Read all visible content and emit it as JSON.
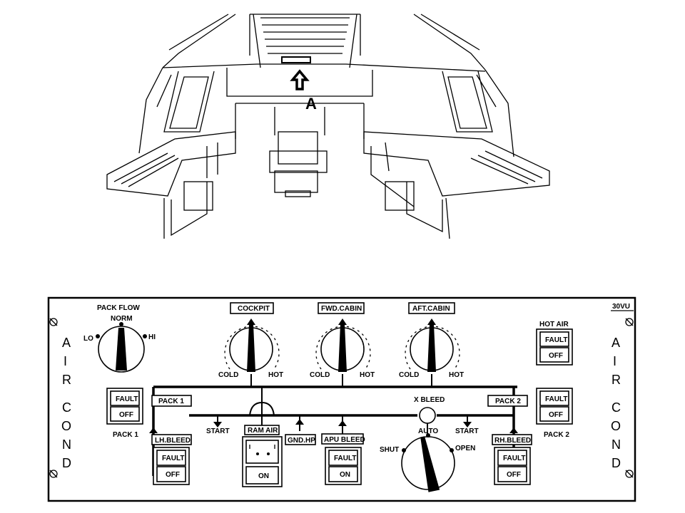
{
  "cockpit_view": {
    "callout": "A"
  },
  "panel": {
    "id": "30VU",
    "side_label_letters": [
      "A",
      "I",
      "R",
      "C",
      "O",
      "N",
      "D"
    ],
    "pack_flow": {
      "title": "PACK FLOW",
      "norm": "NORM",
      "lo": "LO",
      "hi": "HI"
    },
    "zone_knobs": [
      {
        "label": "COCKPIT",
        "cold": "COLD",
        "hot": "HOT"
      },
      {
        "label": "FWD.CABIN",
        "cold": "COLD",
        "hot": "HOT"
      },
      {
        "label": "AFT.CABIN",
        "cold": "COLD",
        "hot": "HOT"
      }
    ],
    "hot_air": {
      "title": "HOT AIR",
      "fault": "FAULT",
      "off": "OFF"
    },
    "pack1": {
      "title": "PACK 1",
      "duct_label": "PACK 1",
      "fault": "FAULT",
      "off": "OFF"
    },
    "pack2": {
      "title": "PACK 2",
      "duct_label": "PACK 2",
      "fault": "FAULT",
      "off": "OFF"
    },
    "lh_bleed": {
      "label": "LH.BLEED",
      "fault": "FAULT",
      "off": "OFF"
    },
    "rh_bleed": {
      "label": "RH.BLEED",
      "fault": "FAULT",
      "off": "OFF"
    },
    "apu_bleed": {
      "label": "APU BLEED",
      "fault": "FAULT",
      "on": "ON"
    },
    "ram_air": {
      "label": "RAM AIR",
      "on": "ON"
    },
    "gnd_hp": "GND.HP.",
    "start_left": "START",
    "start_right": "START",
    "x_bleed": {
      "title": "X BLEED",
      "auto": "AUTO",
      "shut": "SHUT",
      "open": "OPEN"
    }
  }
}
